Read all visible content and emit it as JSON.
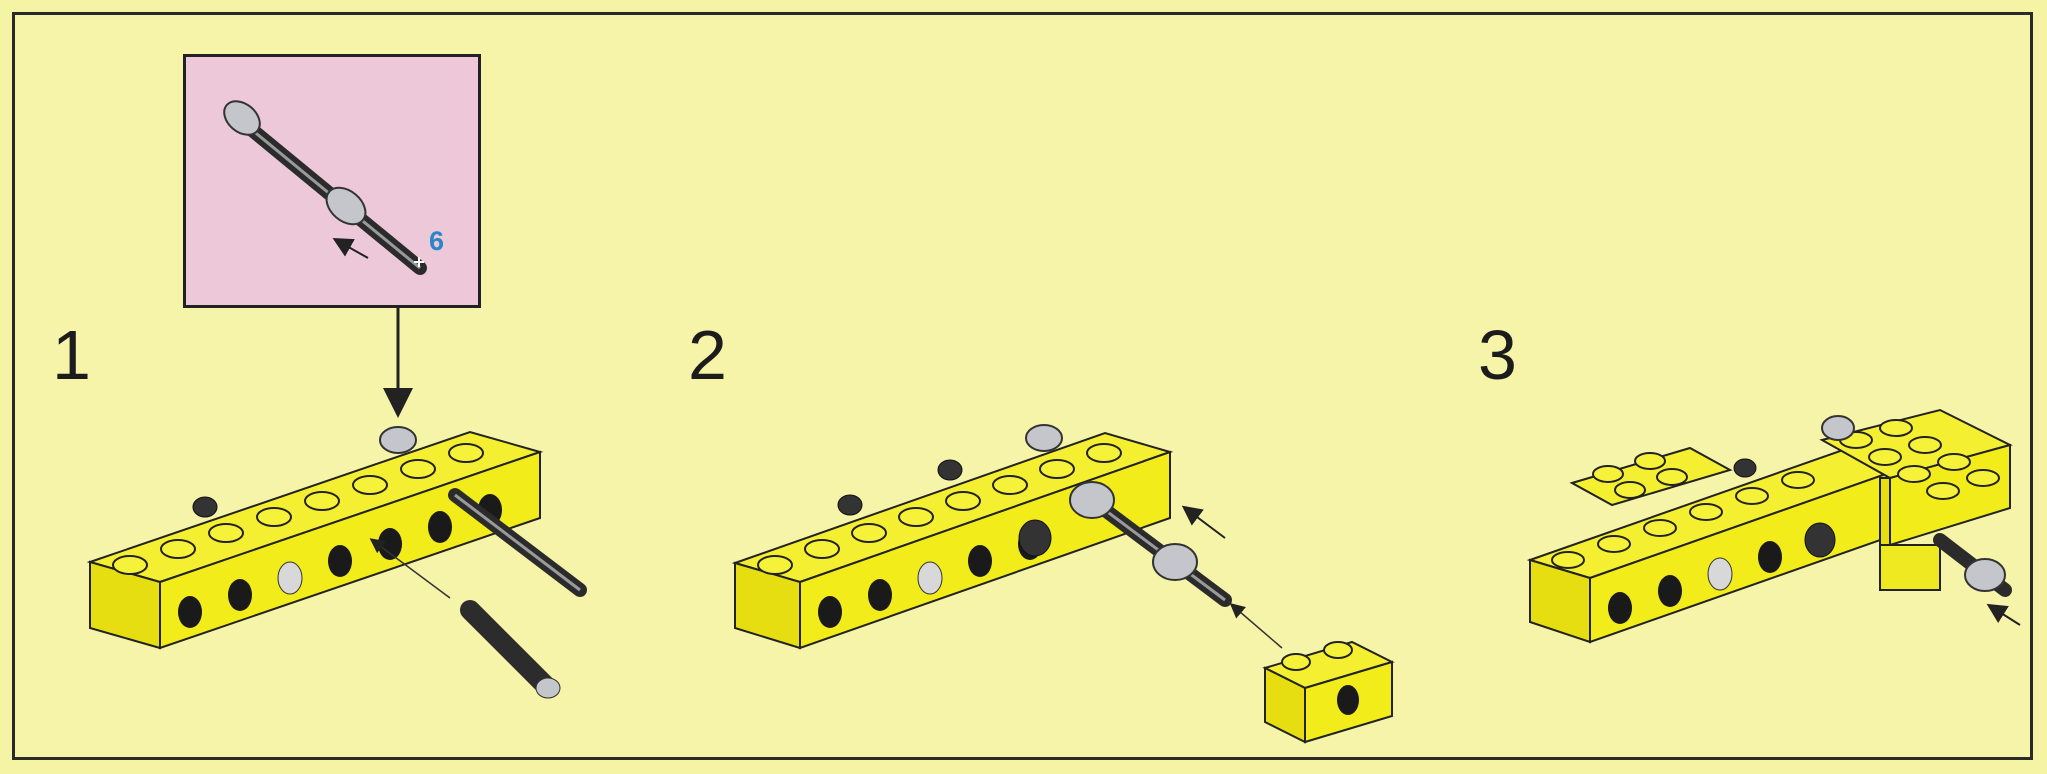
{
  "instructions": {
    "steps": [
      {
        "number": "1"
      },
      {
        "number": "2"
      },
      {
        "number": "3"
      }
    ],
    "callout": {
      "quantity": "6"
    }
  },
  "colors": {
    "background": "#f6f4a8",
    "brick_yellow": "#f2ec1a",
    "callout_pink": "#ecc8d8",
    "axle_black": "#2c2c2c",
    "bush_grey": "#b9bcc2",
    "quantity_blue": "#2a86c8"
  }
}
